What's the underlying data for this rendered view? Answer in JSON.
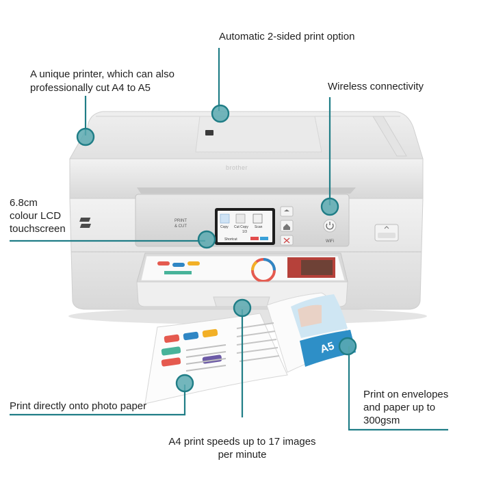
{
  "callouts": {
    "two_sided": "Automatic 2-sided print option",
    "unique_printer": [
      "A unique printer, which can also",
      "professionally cut A4 to A5"
    ],
    "wireless": "Wireless connectivity",
    "lcd": [
      "6.8cm",
      "colour LCD",
      "touchscreen"
    ],
    "photo_paper": "Print directly onto photo paper",
    "envelopes": [
      "Print on envelopes",
      "and paper up to",
      "300gsm"
    ],
    "speed": [
      "A4 print speeds up to 17 images",
      "per minute"
    ]
  },
  "printer": {
    "brand": "brother",
    "logo_line1": "PRINT",
    "logo_line2": "& CUT",
    "wifi_label": "WiFi",
    "lcd": {
      "items": [
        "Copy",
        "Cut Copy",
        "Scan"
      ],
      "page": "1/3",
      "shortcut": "Shortcut"
    }
  },
  "paper": {
    "a5_label": "A5"
  },
  "colors": {
    "accent": "#1f7d86",
    "dot_fill": "#5aa9b0",
    "printer_body": "#e6e6e6"
  }
}
